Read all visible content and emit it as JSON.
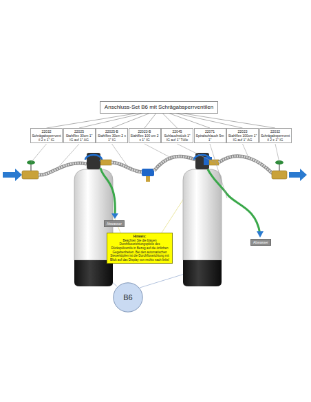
{
  "diagram": {
    "nodes": [
      {
        "text": [
          "Anschluss-Set B6 mit Schrägabsperrventilen"
        ]
      },
      {
        "text": [
          "22032",
          "Schrägabsperrventil 2 x 1\" IG"
        ]
      },
      {
        "text": [
          "22025",
          "Stahlflex 30cm 1\" IG auf 1\" AG"
        ]
      },
      {
        "text": [
          "22025-B",
          "Stahlflex 30cm 2 x 1\" IG"
        ]
      },
      {
        "text": [
          "22023-B",
          "Stahlflex 100 cm 2 x 1\" IG"
        ]
      },
      {
        "text": [
          "22045",
          "Schlauchstück 1\" IG auf 1\" Tülle"
        ]
      },
      {
        "text": [
          "22071",
          "Spiralschlauch 5m 1\""
        ]
      },
      {
        "text": [
          "22023",
          "Stahlflex 100cm 1\" IG auf 1\" AG"
        ]
      },
      {
        "text": [
          "22032",
          "Schrägabsperrventil 2 x 1\" IG"
        ]
      },
      {
        "text": [
          "Abwasser"
        ]
      },
      {
        "text": [
          "Hinweis:",
          "Beachten Sie die blauen Durchflussrichtungspfeile des Rückspülventils in Bezug auf die örtlichen Gegebenheiten. Bei den automatischen Steuerköpfen ist die Durchflussrichtung mit Blick auf das Display von rechts nach links!"
        ]
      },
      {
        "text": [
          "Abwasser"
        ]
      },
      {
        "text": [
          "B6"
        ]
      }
    ],
    "edges": [
      {
        "from": 0,
        "to": 1,
        "arrow": "none"
      },
      {
        "from": 0,
        "to": 2,
        "arrow": "none"
      },
      {
        "from": 0,
        "to": 3,
        "arrow": "none"
      },
      {
        "from": 0,
        "to": 4,
        "arrow": "none"
      },
      {
        "from": 0,
        "to": 5,
        "arrow": "none"
      },
      {
        "from": 0,
        "to": 6,
        "arrow": "none"
      },
      {
        "from": 0,
        "to": 7,
        "arrow": "none"
      },
      {
        "from": 0,
        "to": 8,
        "arrow": "none"
      }
    ]
  }
}
